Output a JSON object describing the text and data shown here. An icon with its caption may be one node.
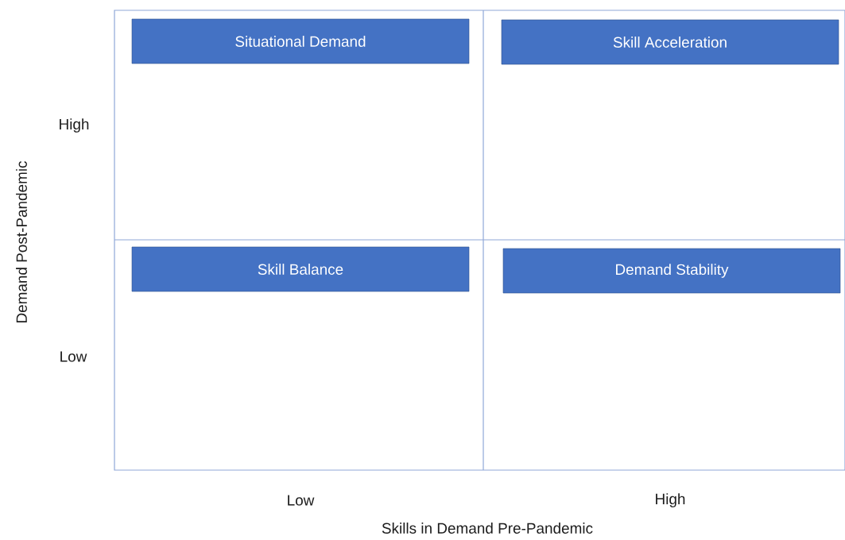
{
  "diagram": {
    "nodes": [
      {
        "text": [
          "Situational Demand"
        ]
      },
      {
        "text": [
          "Skill Acceleration"
        ]
      },
      {
        "text": [
          "Skill Balance"
        ]
      },
      {
        "text": [
          "Demand Stability"
        ]
      }
    ],
    "labels": [
      "High",
      "Low",
      "Demand Post-Pandemic",
      "Low",
      "High",
      "Skills in Demand Pre-Pandemic"
    ]
  }
}
